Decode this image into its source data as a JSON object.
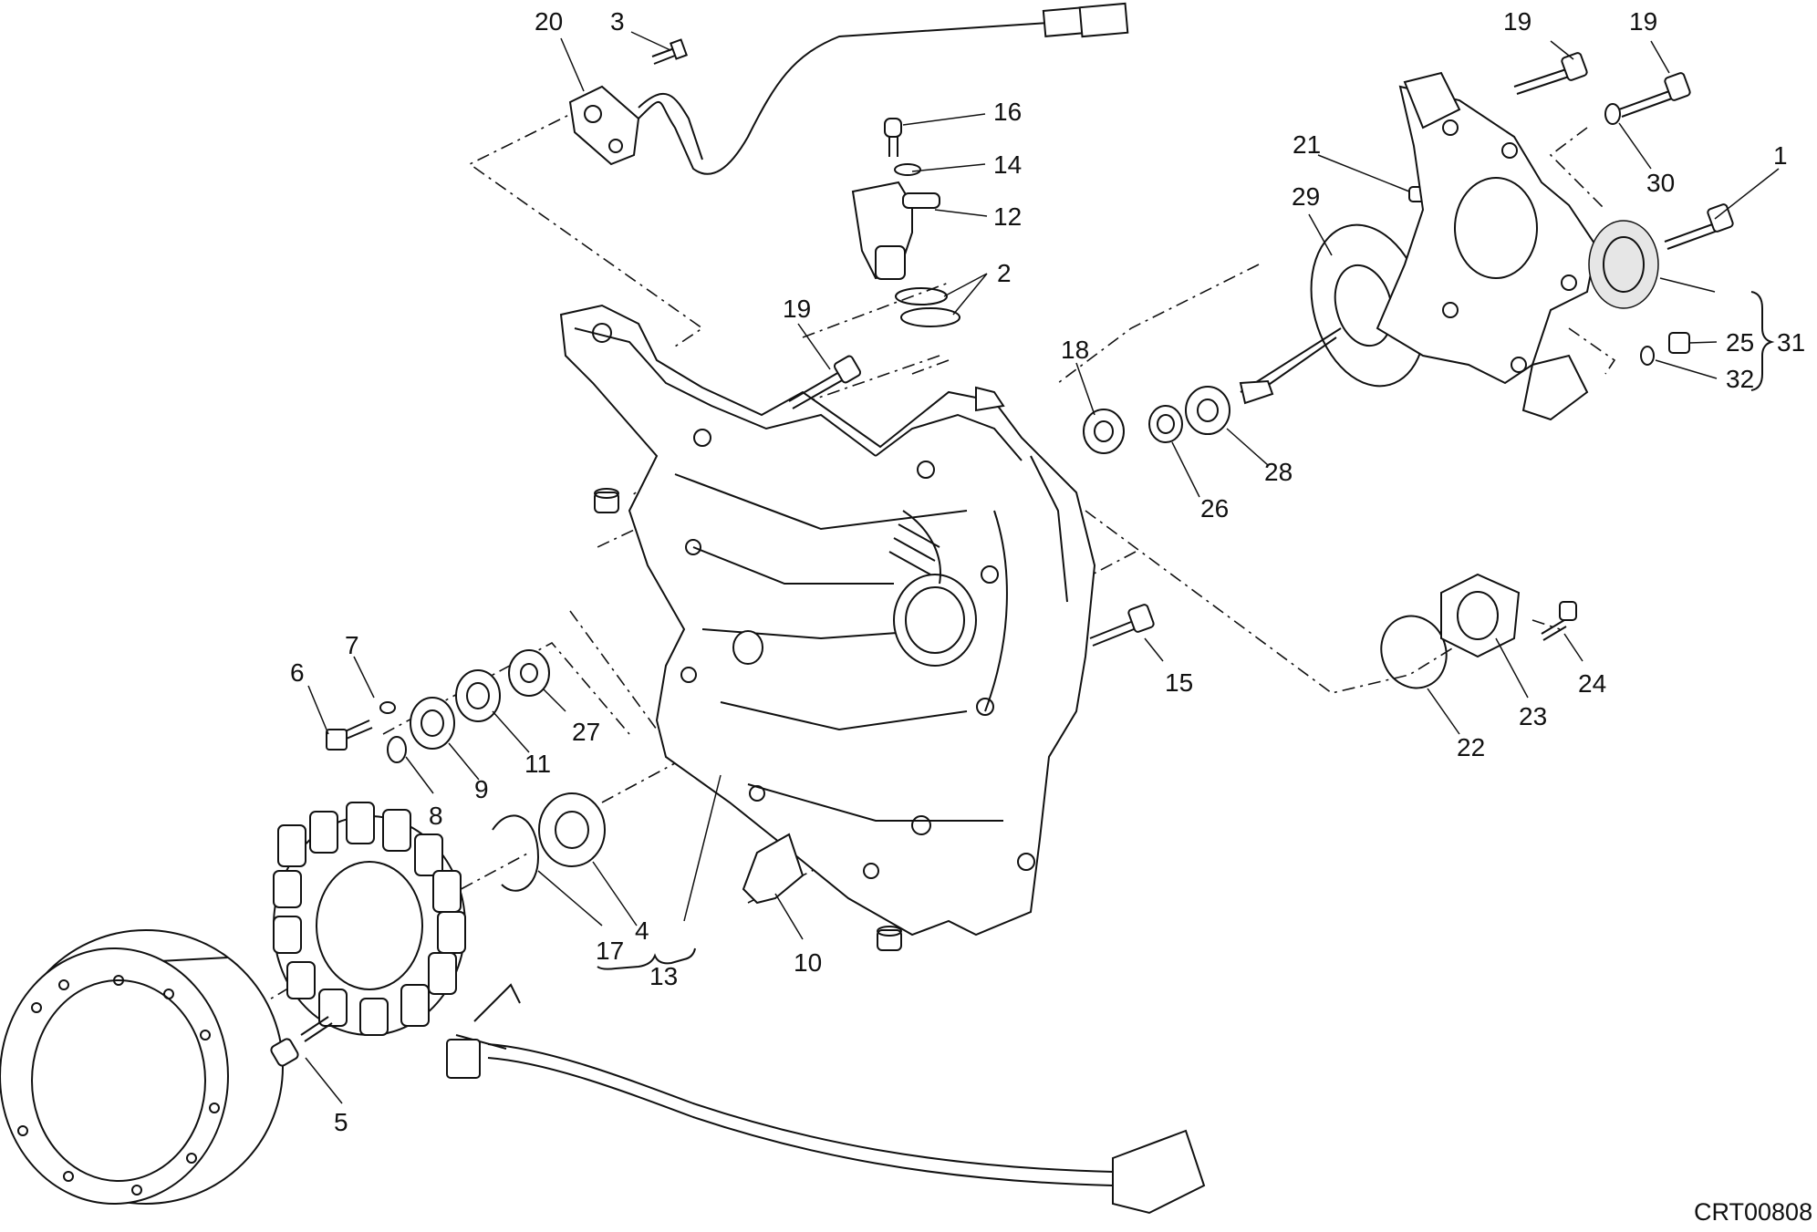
{
  "drawing_code": "CRT00808",
  "labels": [
    {
      "key": "p20",
      "text": "20"
    },
    {
      "key": "p3",
      "text": "3"
    },
    {
      "key": "p16",
      "text": "16"
    },
    {
      "key": "p14",
      "text": "14"
    },
    {
      "key": "p12",
      "text": "12"
    },
    {
      "key": "p2",
      "text": "2"
    },
    {
      "key": "p19a",
      "text": "19"
    },
    {
      "key": "p19b",
      "text": "19"
    },
    {
      "key": "p19c",
      "text": "19"
    },
    {
      "key": "p21",
      "text": "21"
    },
    {
      "key": "p30",
      "text": "30"
    },
    {
      "key": "p1",
      "text": "1"
    },
    {
      "key": "p29",
      "text": "29"
    },
    {
      "key": "p25",
      "text": "25"
    },
    {
      "key": "p31",
      "text": "31"
    },
    {
      "key": "p32",
      "text": "32"
    },
    {
      "key": "p18",
      "text": "18"
    },
    {
      "key": "p28",
      "text": "28"
    },
    {
      "key": "p26",
      "text": "26"
    },
    {
      "key": "p15",
      "text": "15"
    },
    {
      "key": "p7",
      "text": "7"
    },
    {
      "key": "p6",
      "text": "6"
    },
    {
      "key": "p27",
      "text": "27"
    },
    {
      "key": "p11",
      "text": "11"
    },
    {
      "key": "p9",
      "text": "9"
    },
    {
      "key": "p8",
      "text": "8"
    },
    {
      "key": "p22",
      "text": "22"
    },
    {
      "key": "p23",
      "text": "23"
    },
    {
      "key": "p24",
      "text": "24"
    },
    {
      "key": "p17",
      "text": "17"
    },
    {
      "key": "p4",
      "text": "4"
    },
    {
      "key": "p13",
      "text": "13"
    },
    {
      "key": "p10",
      "text": "10"
    },
    {
      "key": "p5",
      "text": "5"
    }
  ]
}
